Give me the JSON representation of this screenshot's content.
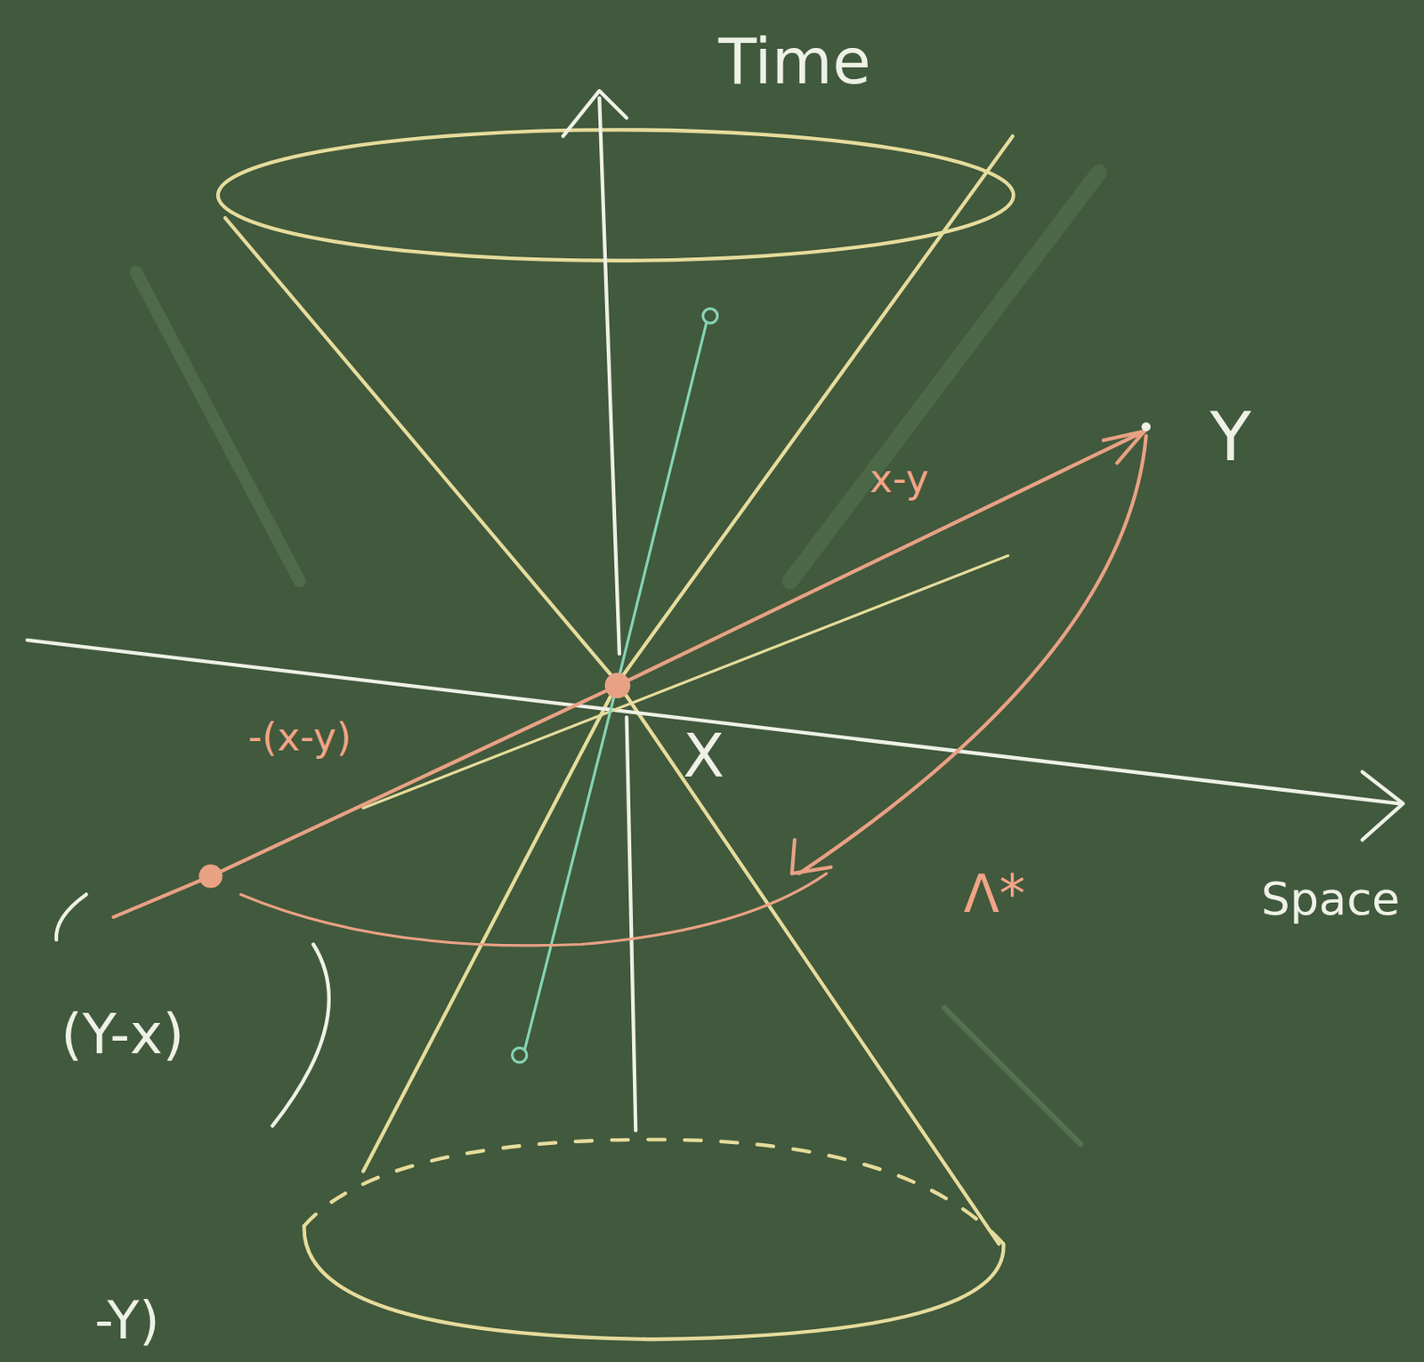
{
  "diagram": {
    "labels": [
      "Time",
      "Y",
      "x-y",
      "-(x-y)",
      "X",
      "Λ*",
      "Space",
      "(Y-x)",
      "-Y)"
    ]
  }
}
